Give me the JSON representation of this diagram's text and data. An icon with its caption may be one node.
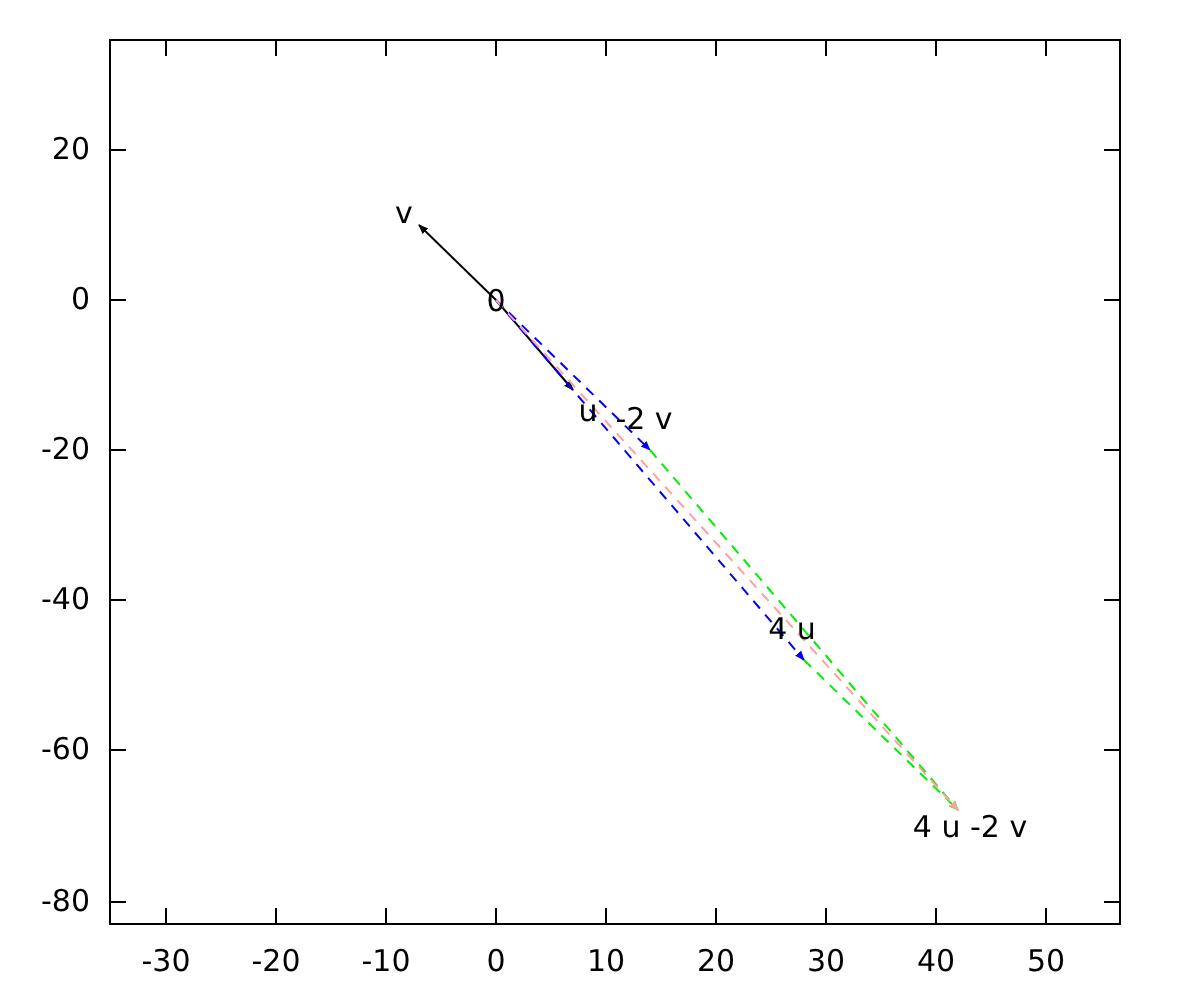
{
  "diagram": {
    "nodes": [
      {
        "text": [
          "0"
        ]
      },
      {
        "text": [
          "v"
        ]
      },
      {
        "text": [
          "u"
        ]
      },
      {
        "text": [
          "-2 v"
        ]
      },
      {
        "text": [
          "4 u"
        ]
      },
      {
        "text": [
          "4 u -2 v"
        ]
      }
    ],
    "edges": [
      {
        "from": 0,
        "to": 1,
        "arrow": "to"
      },
      {
        "from": 0,
        "to": 2,
        "arrow": "to"
      },
      {
        "from": 0,
        "to": 3,
        "arrow": "to",
        "style": "dashed",
        "color": "#0000ff"
      },
      {
        "from": 0,
        "to": 4,
        "arrow": "to",
        "style": "dashed",
        "color": "#0000ff"
      },
      {
        "from": 3,
        "to": 5,
        "arrow": "to",
        "style": "dashed",
        "color": "#00ee00"
      },
      {
        "from": 4,
        "to": 5,
        "arrow": "to",
        "style": "dashed",
        "color": "#00ee00"
      },
      {
        "from": 0,
        "to": 5,
        "arrow": "to",
        "style": "dashed",
        "color": "#ffa0a0"
      }
    ],
    "labels": [
      "20",
      "0",
      "-20",
      "-40",
      "-60",
      "-80",
      "-30",
      "-20",
      "-10",
      "0",
      "10",
      "20",
      "30",
      "40",
      "50"
    ]
  }
}
